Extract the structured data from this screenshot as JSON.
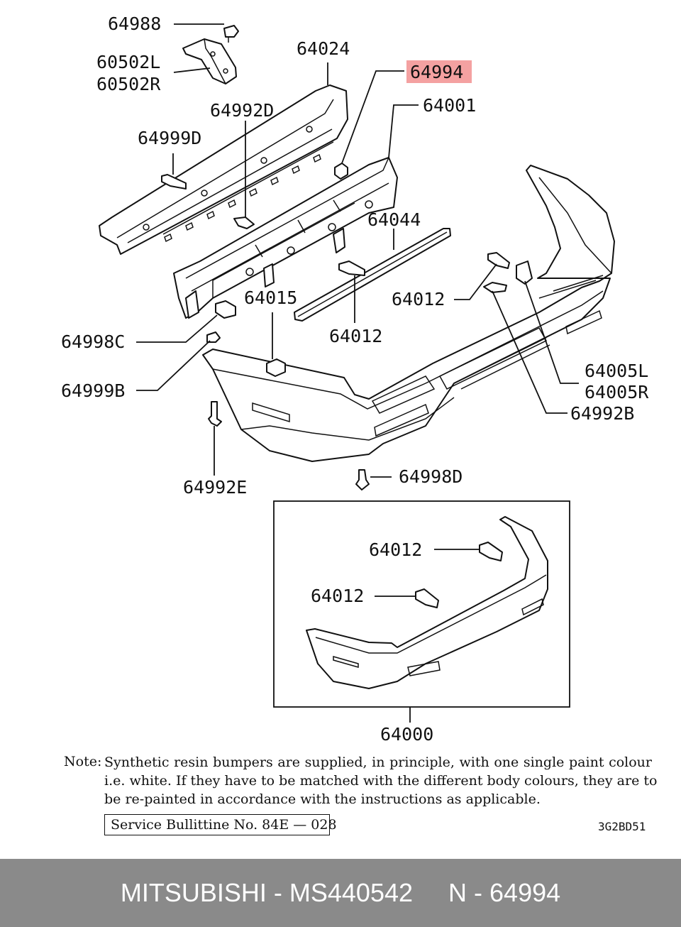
{
  "diagram": {
    "highlight_color": "#f4a1a1",
    "labels": [
      {
        "id": "l-64988",
        "text": "64988"
      },
      {
        "id": "l-60502L",
        "text": "60502L"
      },
      {
        "id": "l-60502R",
        "text": "60502R"
      },
      {
        "id": "l-64024",
        "text": "64024"
      },
      {
        "id": "l-64994",
        "text": "64994",
        "highlighted": true
      },
      {
        "id": "l-64001",
        "text": "64001"
      },
      {
        "id": "l-64992D",
        "text": "64992D"
      },
      {
        "id": "l-64999D",
        "text": "64999D"
      },
      {
        "id": "l-64044",
        "text": "64044"
      },
      {
        "id": "l-64015",
        "text": "64015"
      },
      {
        "id": "l-64012a",
        "text": "64012"
      },
      {
        "id": "l-64012b",
        "text": "64012"
      },
      {
        "id": "l-64998C",
        "text": "64998C"
      },
      {
        "id": "l-64999B",
        "text": "64999B"
      },
      {
        "id": "l-64005L",
        "text": "64005L"
      },
      {
        "id": "l-64005R",
        "text": "64005R"
      },
      {
        "id": "l-64992B",
        "text": "64992B"
      },
      {
        "id": "l-64992E",
        "text": "64992E"
      },
      {
        "id": "l-64998D",
        "text": "64998D"
      },
      {
        "id": "l-64012c",
        "text": "64012"
      },
      {
        "id": "l-64012d",
        "text": "64012"
      },
      {
        "id": "l-64000",
        "text": "64000"
      }
    ]
  },
  "note": {
    "prefix": "Note:",
    "line1": "Synthetic resin bumpers are supplied, in principle, with one single paint colour",
    "line2": "i.e. white. If they have to be matched with the different body colours, they are to",
    "line3": "be re-painted in accordance with the instructions as applicable."
  },
  "service_bulletin": "Service Bullittine No. 84E — 028",
  "drawing_code": "3G2BD51",
  "footer": {
    "brand": "MITSUBISHI",
    "part_number": "MS440542",
    "position": "N - 64994",
    "background": "#8a8a8a"
  }
}
